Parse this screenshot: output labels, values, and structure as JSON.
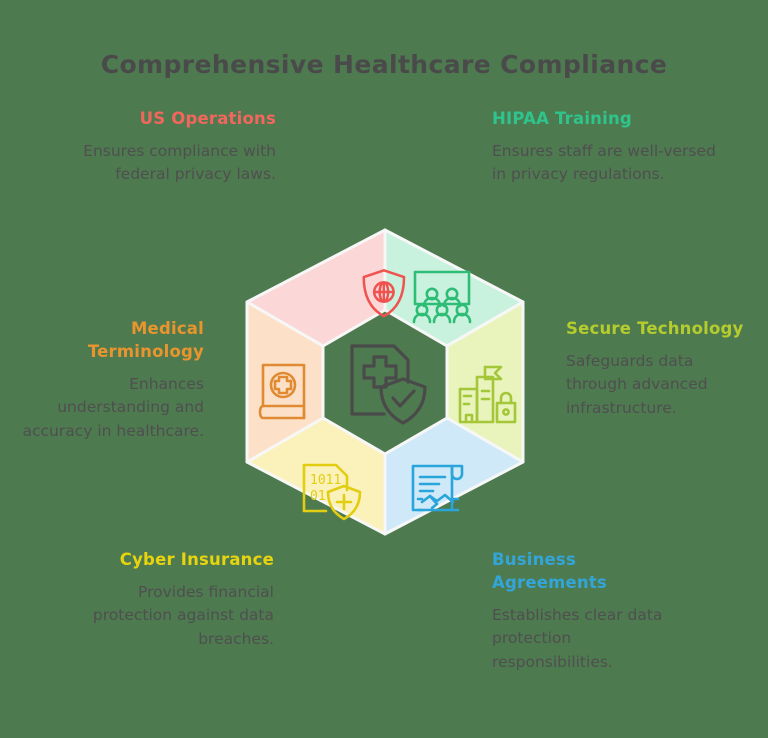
{
  "page": {
    "title": "Comprehensive Healthcare Compliance",
    "background_color": "#4e7a50",
    "text_color": "#4f4f4f",
    "title_color": "#4a4a4a"
  },
  "diagram": {
    "type": "hexagon-segments",
    "center_icon": "medical-document-shield-check-icon",
    "center_icon_color": "#4a4a4a",
    "center_fill": "#4e7a50",
    "segments": [
      {
        "id": "us-operations",
        "position": "top-left",
        "icon": "shield-globe-icon",
        "fill": "#fbd7d7",
        "icon_color": "#ef5350"
      },
      {
        "id": "hipaa-training",
        "position": "top-right",
        "icon": "training-audience-icon",
        "fill": "#c8f2dd",
        "icon_color": "#2ebd77"
      },
      {
        "id": "secure-technology",
        "position": "right",
        "icon": "buildings-lock-icon",
        "fill": "#e8f4bb",
        "icon_color": "#a4c639"
      },
      {
        "id": "business-agreements",
        "position": "bottom-right",
        "icon": "contract-handshake-icon",
        "fill": "#cfe9f8",
        "icon_color": "#29a5db"
      },
      {
        "id": "cyber-insurance",
        "position": "bottom-left",
        "icon": "binary-file-shield-icon",
        "fill": "#fbf2bb",
        "icon_color": "#e3cd10"
      },
      {
        "id": "medical-terminology",
        "position": "left",
        "icon": "medical-book-icon",
        "fill": "#fce1c8",
        "icon_color": "#e08a33"
      }
    ]
  },
  "blocks": {
    "us_operations": {
      "heading": "US Operations",
      "color": "#f2665e",
      "body": "Ensures compliance with federal privacy laws."
    },
    "hipaa_training": {
      "heading": "HIPAA Training",
      "color": "#2ec48c",
      "body": "Ensures staff are well-versed in privacy regulations."
    },
    "medical_terminology": {
      "heading": "Medical Terminology",
      "color": "#e8952e",
      "body": "Enhances understanding and accuracy in healthcare."
    },
    "secure_technology": {
      "heading": "Secure Technology",
      "color": "#b5cc2e",
      "body": "Safeguards data through advanced infrastructure."
    },
    "cyber_insurance": {
      "heading": "Cyber Insurance",
      "color": "#e8d40e",
      "body": "Provides financial protection against data breaches."
    },
    "business_agreements": {
      "heading": "Business Agreements",
      "color": "#33a5d8",
      "body": "Establishes clear data protection responsibilities."
    }
  }
}
